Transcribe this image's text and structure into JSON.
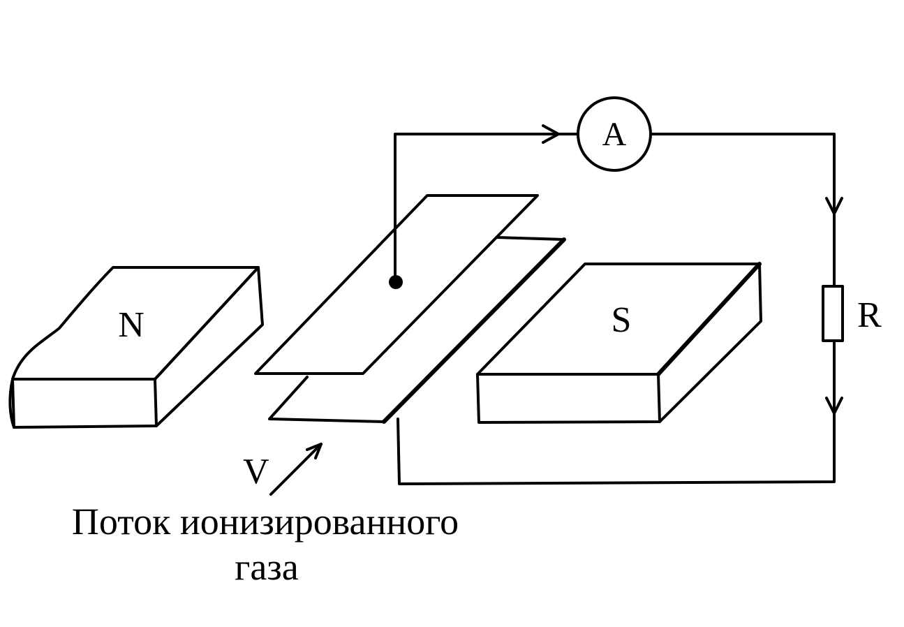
{
  "labels": {
    "magnet_north": "N",
    "magnet_south": "S",
    "ammeter": "A",
    "resistor": "R",
    "velocity": "V",
    "caption_line1": "Поток ионизированного",
    "caption_line2": "газа"
  },
  "colors": {
    "ink": "#000000",
    "background": "#ffffff"
  }
}
